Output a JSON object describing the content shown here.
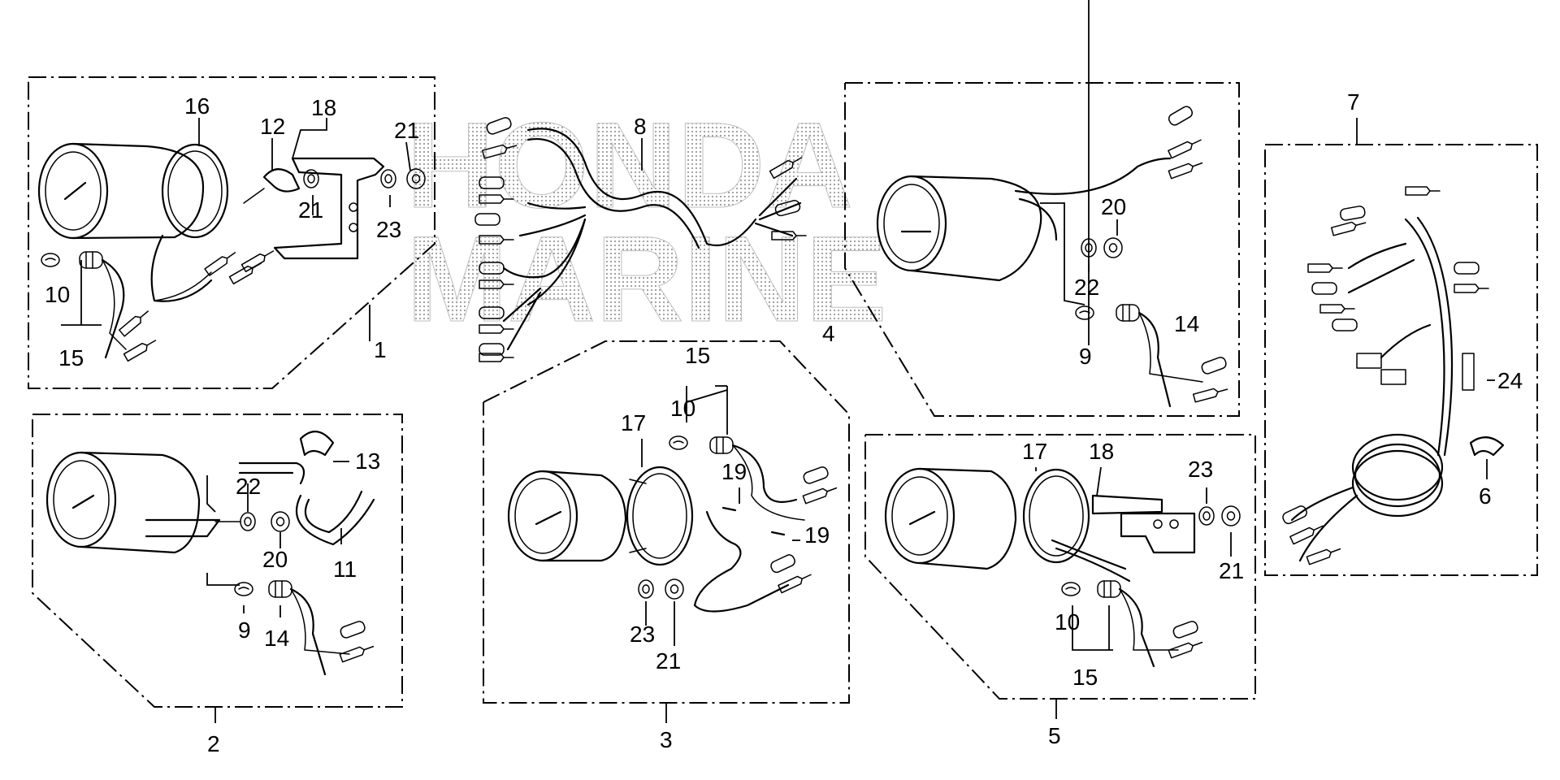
{
  "watermark": {
    "line1": "HONDA",
    "line2": "MARINE"
  },
  "callouts": {
    "c1": "1",
    "c2": "2",
    "c3": "3",
    "c4": "4",
    "c5": "5",
    "c6": "6",
    "c7": "7",
    "c8": "8",
    "c9": "9",
    "c10": "10",
    "c11": "11",
    "c12": "12",
    "c13": "13",
    "c14": "14",
    "c15": "15",
    "c16": "16",
    "c17": "17",
    "c18": "18",
    "c19": "19",
    "c20": "20",
    "c21": "21",
    "c22": "22",
    "c23": "23",
    "c24": "24"
  }
}
